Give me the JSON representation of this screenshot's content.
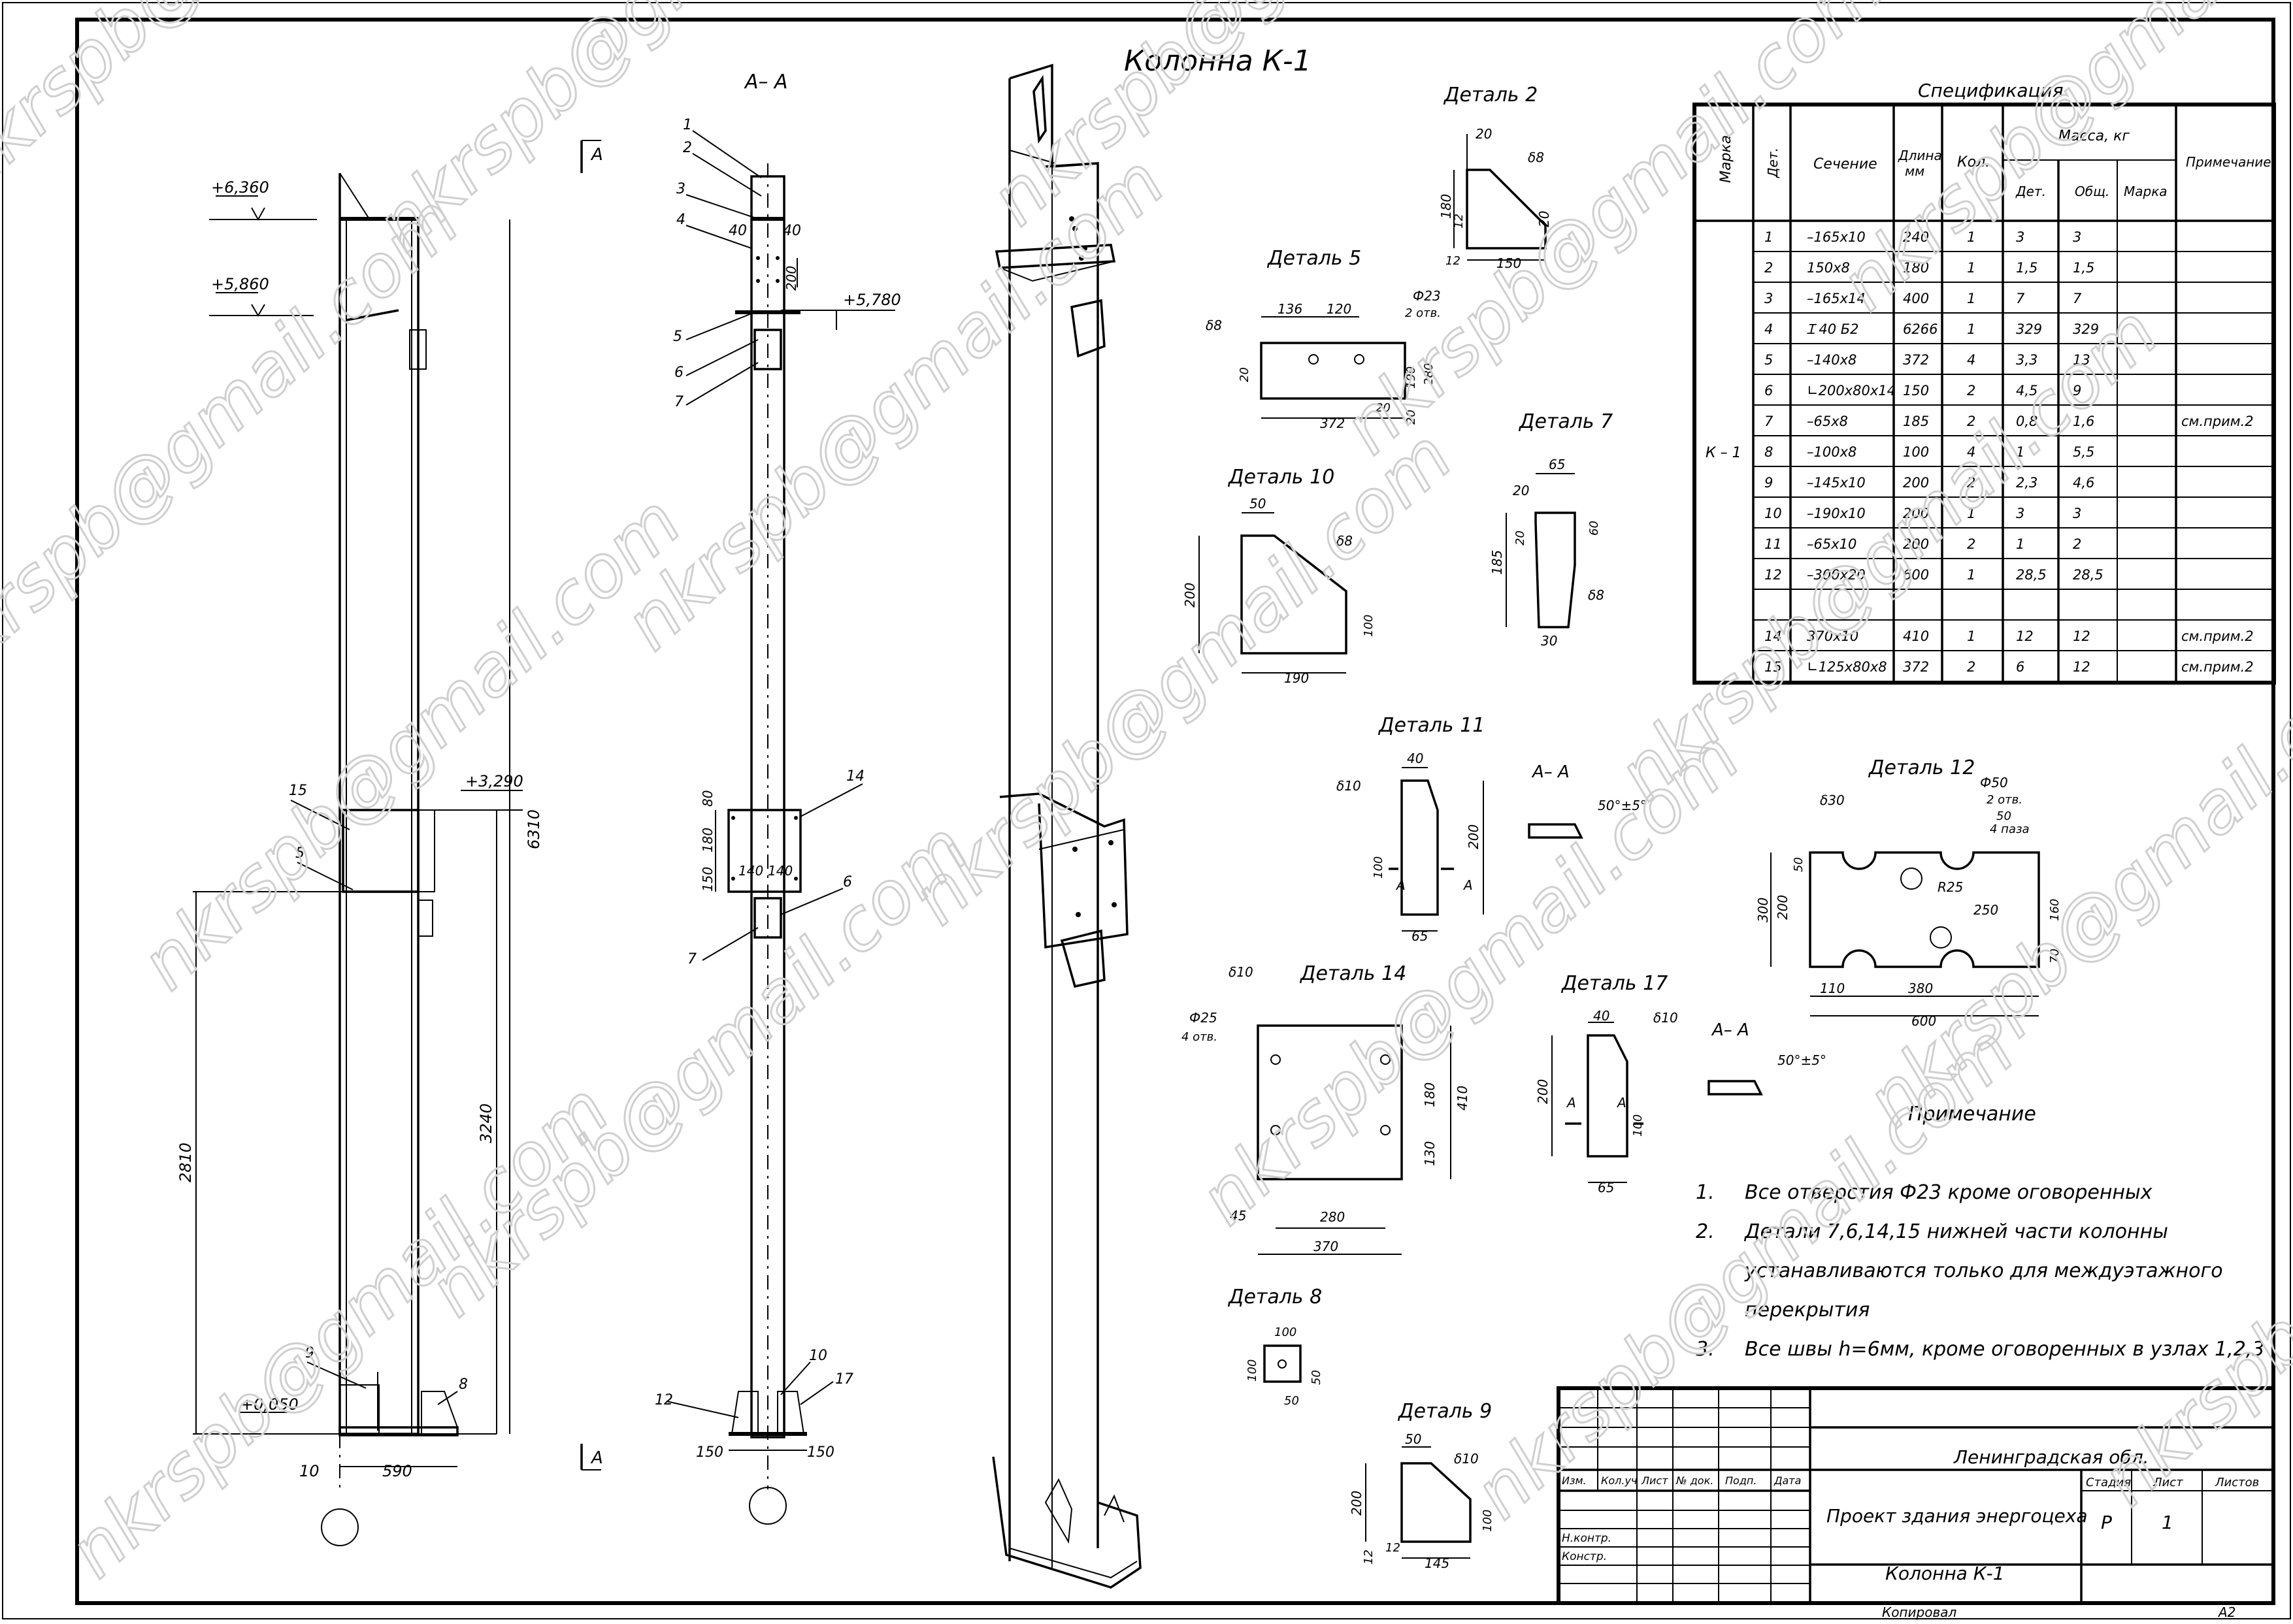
{
  "drawing": {
    "title": "Колонна К-1",
    "section_label": "А– А",
    "elevations": [
      "+6,360",
      "+5,860",
      "+5,780",
      "+3,290",
      "+0,050"
    ],
    "front_dims": {
      "height": "6310",
      "lower": "3240",
      "mid": "2810",
      "base_w": "590",
      "base_off": "10"
    },
    "section_dims": {
      "d40a": "40",
      "d40b": "40",
      "d200": "200",
      "d150a": "150",
      "d150b": "150",
      "d80": "80",
      "d180": "180",
      "d150c": "150",
      "d140a": "140",
      "d140b": "140"
    },
    "front_marks": [
      "15",
      "5",
      "9",
      "8"
    ],
    "section_marks": [
      "1",
      "2",
      "3",
      "4",
      "5",
      "6",
      "7",
      "14",
      "6",
      "7",
      "10",
      "17",
      "12"
    ],
    "cut_mark": "А"
  },
  "details": {
    "d2": {
      "title": "Деталь 2",
      "dims": [
        "20",
        "δ8",
        "180",
        "12",
        "12",
        "150",
        "20"
      ]
    },
    "d5": {
      "title": "Деталь 5",
      "dims": [
        "136",
        "120",
        "Ф23",
        "2 отв.",
        "δ8",
        "20",
        "190",
        "280",
        "20",
        "20",
        "372"
      ]
    },
    "d7": {
      "title": "Деталь 7",
      "dims": [
        "65",
        "20",
        "185",
        "20",
        "60",
        "δ8",
        "30"
      ]
    },
    "d10": {
      "title": "Деталь 10",
      "dims": [
        "50",
        "200",
        "δ8",
        "100",
        "190"
      ]
    },
    "d11": {
      "title": "Деталь 11",
      "dims": [
        "40",
        "δ10",
        "200",
        "100",
        "А",
        "А",
        "65"
      ],
      "aa": "А– А",
      "angle": "50°±5°"
    },
    "d12": {
      "title": "Деталь 12",
      "dims": [
        "δ30",
        "Ф50",
        "2 отв.",
        "50",
        "4 паза",
        "R25",
        "250",
        "50",
        "300",
        "200",
        "160",
        "70",
        "110",
        "380",
        "600"
      ]
    },
    "d14": {
      "title": "Деталь 14",
      "dims": [
        "δ10",
        "Ф25",
        "4 отв.",
        "180",
        "410",
        "130",
        "45",
        "280",
        "370"
      ]
    },
    "d17": {
      "title": "Деталь 17",
      "dims": [
        "40",
        "δ10",
        "200",
        "А",
        "А",
        "100",
        "65"
      ],
      "aa": "А– А",
      "angle": "50°±5°"
    },
    "d8": {
      "title": "Деталь 8",
      "dims": [
        "100",
        "100",
        "50",
        "50"
      ]
    },
    "d9": {
      "title": "Деталь 9",
      "dims": [
        "50",
        "δ10",
        "200",
        "100",
        "12",
        "12",
        "145"
      ]
    }
  },
  "spec": {
    "title": "Спецификация",
    "headers": {
      "mark": "Марка",
      "det": "Дет.",
      "section": "Сечение",
      "length": "Длина мм",
      "qty": "Кол.",
      "mass": "Масса, кг",
      "mass_det": "Дет.",
      "mass_total": "Общ.",
      "mass_mark": "Марка",
      "note": "Примечание"
    },
    "mark_value": "К – 1",
    "rows": [
      [
        "1",
        "–165х10",
        "240",
        "1",
        "3",
        "3",
        ""
      ],
      [
        "2",
        "150х8",
        "180",
        "1",
        "1,5",
        "1,5",
        ""
      ],
      [
        "3",
        "–165х14",
        "400",
        "1",
        "7",
        "7",
        ""
      ],
      [
        "4",
        "Ɪ 40 Б2",
        "6266",
        "1",
        "329",
        "329",
        ""
      ],
      [
        "5",
        "–140х8",
        "372",
        "4",
        "3,3",
        "13",
        ""
      ],
      [
        "6",
        "∟200х80х14",
        "150",
        "2",
        "4,5",
        "9",
        ""
      ],
      [
        "7",
        "–65х8",
        "185",
        "2",
        "0,8",
        "1,6",
        "см.прим.2"
      ],
      [
        "8",
        "–100х8",
        "100",
        "4",
        "1",
        "5,5",
        ""
      ],
      [
        "9",
        "–145х10",
        "200",
        "2",
        "2,3",
        "4,6",
        ""
      ],
      [
        "10",
        "–190х10",
        "200",
        "1",
        "3",
        "3",
        ""
      ],
      [
        "11",
        "–65х10",
        "200",
        "2",
        "1",
        "2",
        ""
      ],
      [
        "12",
        "–300х20",
        "600",
        "1",
        "28,5",
        "28,5",
        ""
      ],
      [
        "",
        "",
        "",
        "",
        "",
        "",
        ""
      ],
      [
        "14",
        "370х10",
        "410",
        "1",
        "12",
        "12",
        "см.прим.2"
      ],
      [
        "15",
        "∟125х80х8",
        "372",
        "2",
        "6",
        "12",
        "см.прим.2"
      ]
    ]
  },
  "notes": {
    "title": "Примечание",
    "items": [
      {
        "num": "1.",
        "lines": [
          "Все отверстия Ф23 кроме оговоренных"
        ]
      },
      {
        "num": "2.",
        "lines": [
          "Детали 7,6,14,15 нижней части колонны",
          "устанавливаются  только для  междуэтажного",
          "перекрытия"
        ]
      },
      {
        "num": "3.",
        "lines": [
          "Все швы h=6мм, кроме оговоренных в узлах 1,2,3"
        ]
      }
    ]
  },
  "stamp": {
    "org": "Ленинградская обл.",
    "project": "Проект здания энергоцеха",
    "sheet_name": "Колонна К-1",
    "cols": [
      "Изм.",
      "Кол.уч",
      "Лист",
      "№ док.",
      "Подп.",
      "Дата"
    ],
    "roles": [
      "Н.контр.",
      "Констр."
    ],
    "stage_h": "Стадия",
    "sheet_h": "Лист",
    "sheets_h": "Листов",
    "stage": "Р",
    "sheet": "1",
    "footer_left": "Копировал",
    "format": "А2"
  },
  "watermark": "nkrspb@gmail.com"
}
